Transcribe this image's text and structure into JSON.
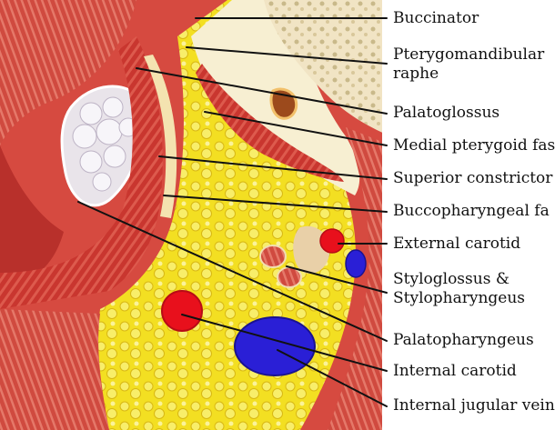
{
  "labels": {
    "buccinator": "Buccinator",
    "pterygomandibular_raphe_1": "Pterygomandibular",
    "pterygomandibular_raphe_2": "raphe",
    "palatoglossus": "Palatoglossus",
    "medial_pterygoid_fascia": "Medial pterygoid fas",
    "superior_constrictor": "Superior constrictor",
    "buccopharyngeal_fascia": "Buccopharyngeal fa",
    "external_carotid": "External carotid",
    "styloglossus_1": "Styloglossus &",
    "styloglossus_2": "Stylopharyngeus",
    "palatopharyngeus": "Palatopharyngeus",
    "internal_carotid": "Internal carotid",
    "internal_jugular_vein": "Internal jugular vein"
  },
  "colors": {
    "artery": "#e8101c",
    "vein": "#2a1fd6",
    "fat": "#f2de1f",
    "muscle": "#c8322e",
    "fascia": "#f6e9b6",
    "leader_line": "#111111"
  }
}
